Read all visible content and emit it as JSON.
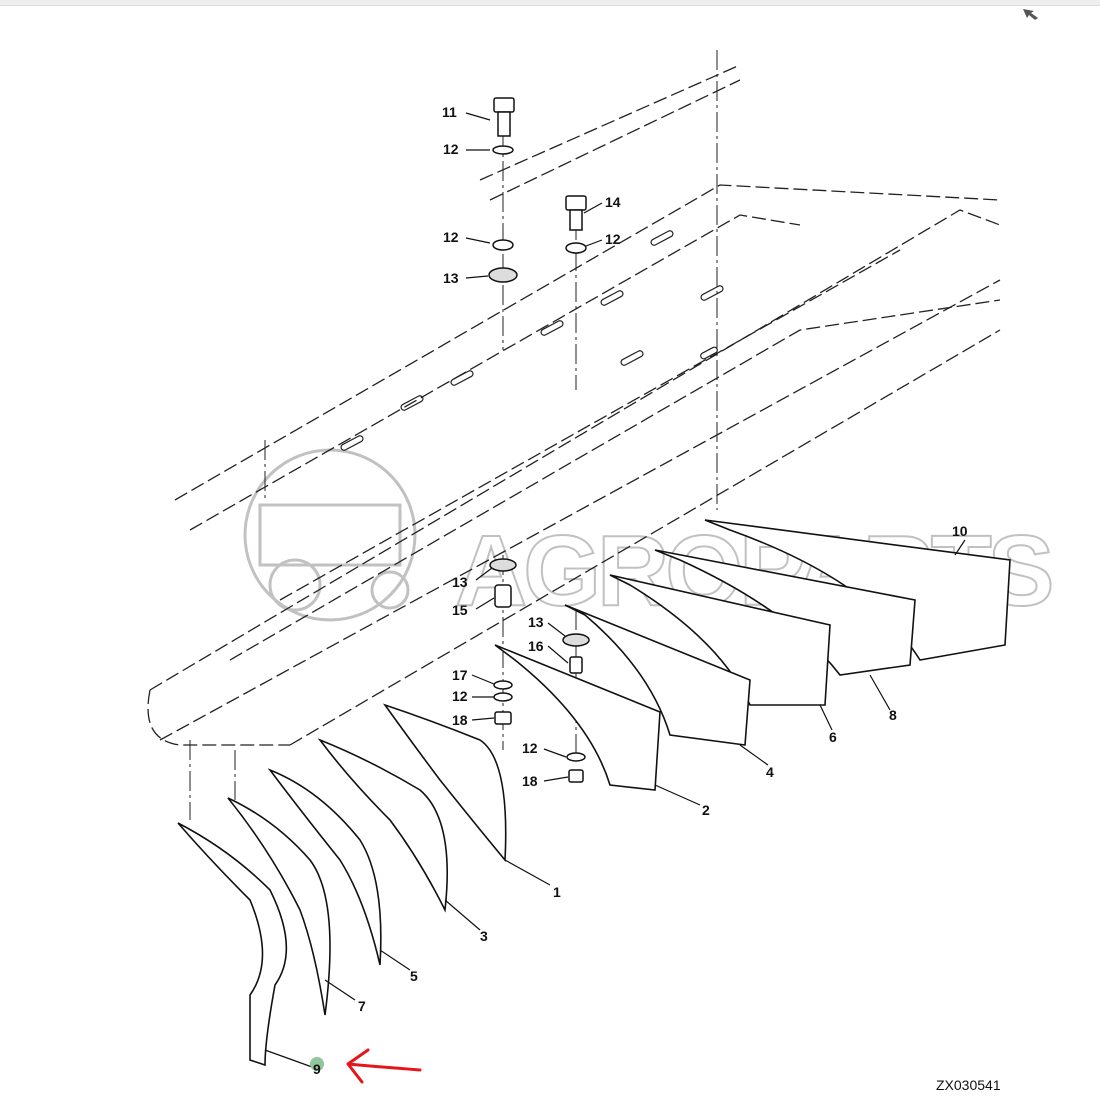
{
  "diagram": {
    "drawing_code": "ZX030541",
    "watermark": "AGROPARTS",
    "callouts": [
      "11",
      "12",
      "12",
      "13",
      "14",
      "12",
      "13",
      "15",
      "13",
      "16",
      "17",
      "12",
      "18",
      "12",
      "18",
      "1",
      "2",
      "3",
      "4",
      "5",
      "6",
      "7",
      "8",
      "9",
      "10"
    ],
    "highlighted_callout": "9",
    "colors": {
      "line": "#111111",
      "watermark": "#bbbbbb",
      "highlight": "#8fc79a",
      "arrow": "#e8141c"
    }
  }
}
